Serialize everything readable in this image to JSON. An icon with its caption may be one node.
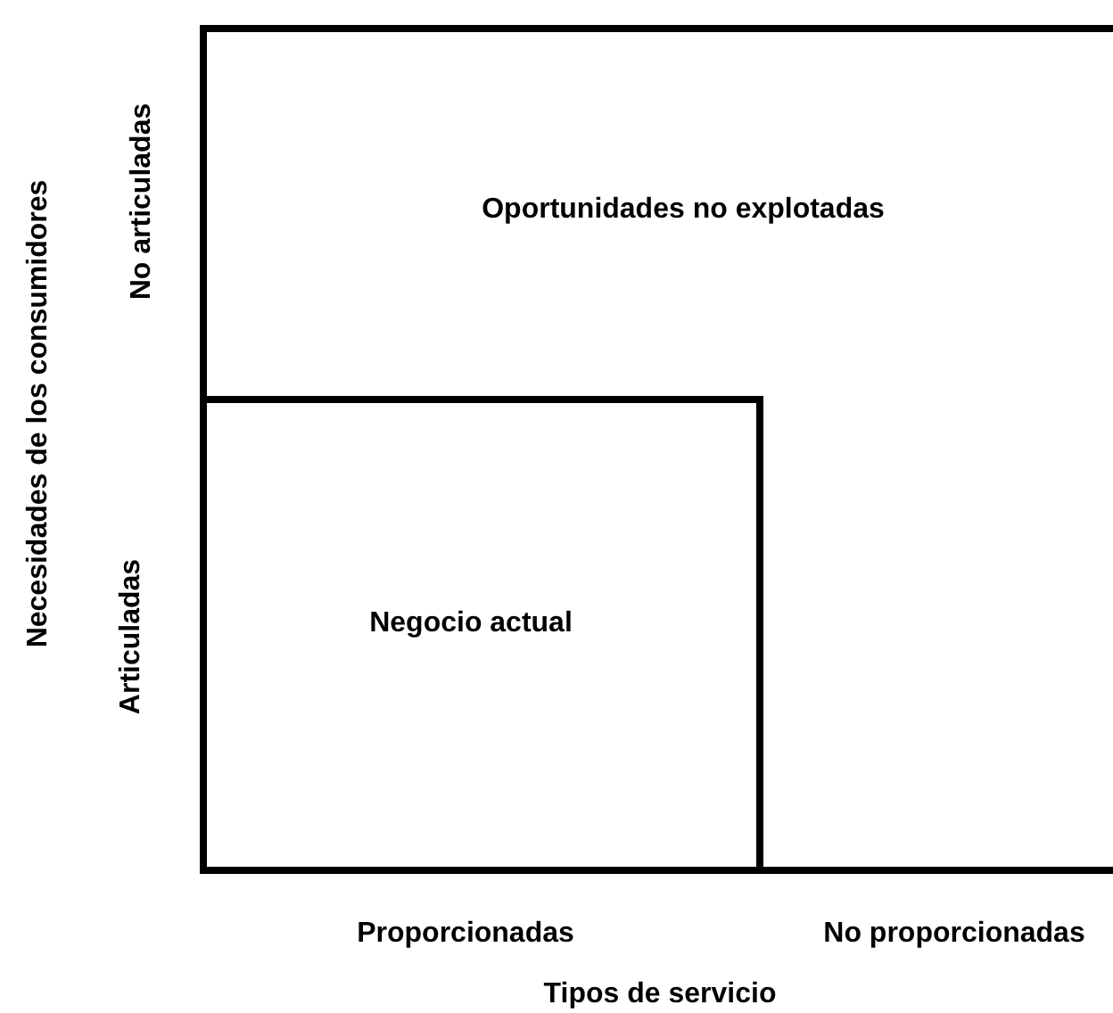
{
  "diagram": {
    "nodes": [
      {
        "text": [
          "Oportunidades no explotadas"
        ]
      },
      {
        "text": [
          "Negocio actual"
        ],
        "in": 0
      }
    ],
    "labels": [
      "Necesidades de los consumidores",
      "No articuladas",
      "Articuladas",
      "Proporcionadas",
      "No proporcionadas",
      "Tipos de servicio"
    ]
  }
}
